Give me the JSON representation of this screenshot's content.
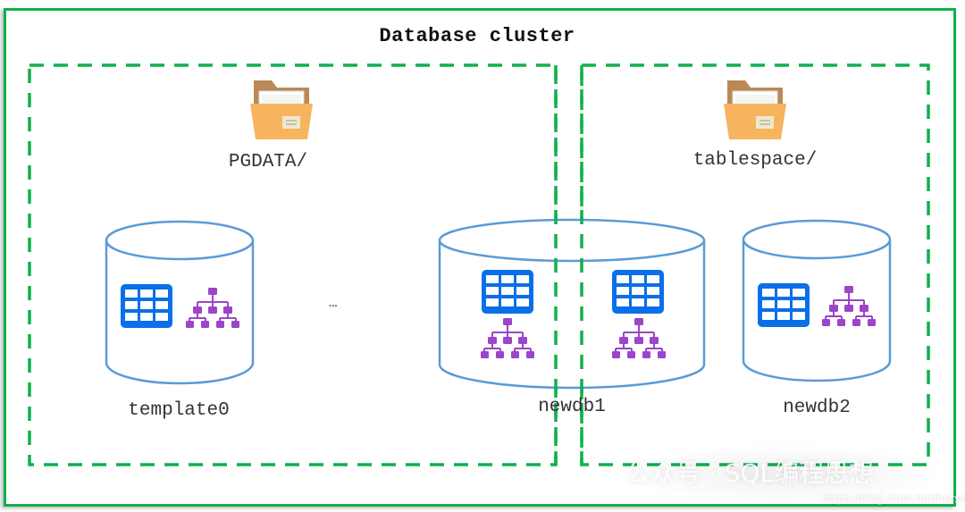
{
  "diagram": {
    "title": "Database cluster",
    "colors": {
      "cluster_border": "#0fb14d",
      "region_dash": "#0fb14d",
      "cylinder_stroke": "#5b9bd5",
      "table_icon": "#0a6fe8",
      "tree_icon": "#9b45c8",
      "folder_back": "#b98a57",
      "folder_front": "#f6b45f",
      "folder_label": "#efe8d0"
    },
    "regions": [
      {
        "id": "pgdata",
        "label": "PGDATA/",
        "icon": "folder-icon"
      },
      {
        "id": "tablespace",
        "label": "tablespace/",
        "icon": "folder-icon"
      }
    ],
    "databases": [
      {
        "name": "template0",
        "region": "pgdata",
        "icons": [
          "table-icon",
          "index-tree-icon"
        ]
      },
      {
        "name": "newdb1",
        "region": "pgdata+tablespace",
        "icons": [
          "table-icon",
          "index-tree-icon",
          "table-icon",
          "index-tree-icon"
        ]
      },
      {
        "name": "newdb2",
        "region": "tablespace",
        "icons": [
          "table-icon",
          "index-tree-icon"
        ]
      }
    ],
    "ellipsis": "…",
    "watermark": "公众号 · SQL编程思想",
    "watermark_url": "https://blog.csdn.net/horses"
  }
}
